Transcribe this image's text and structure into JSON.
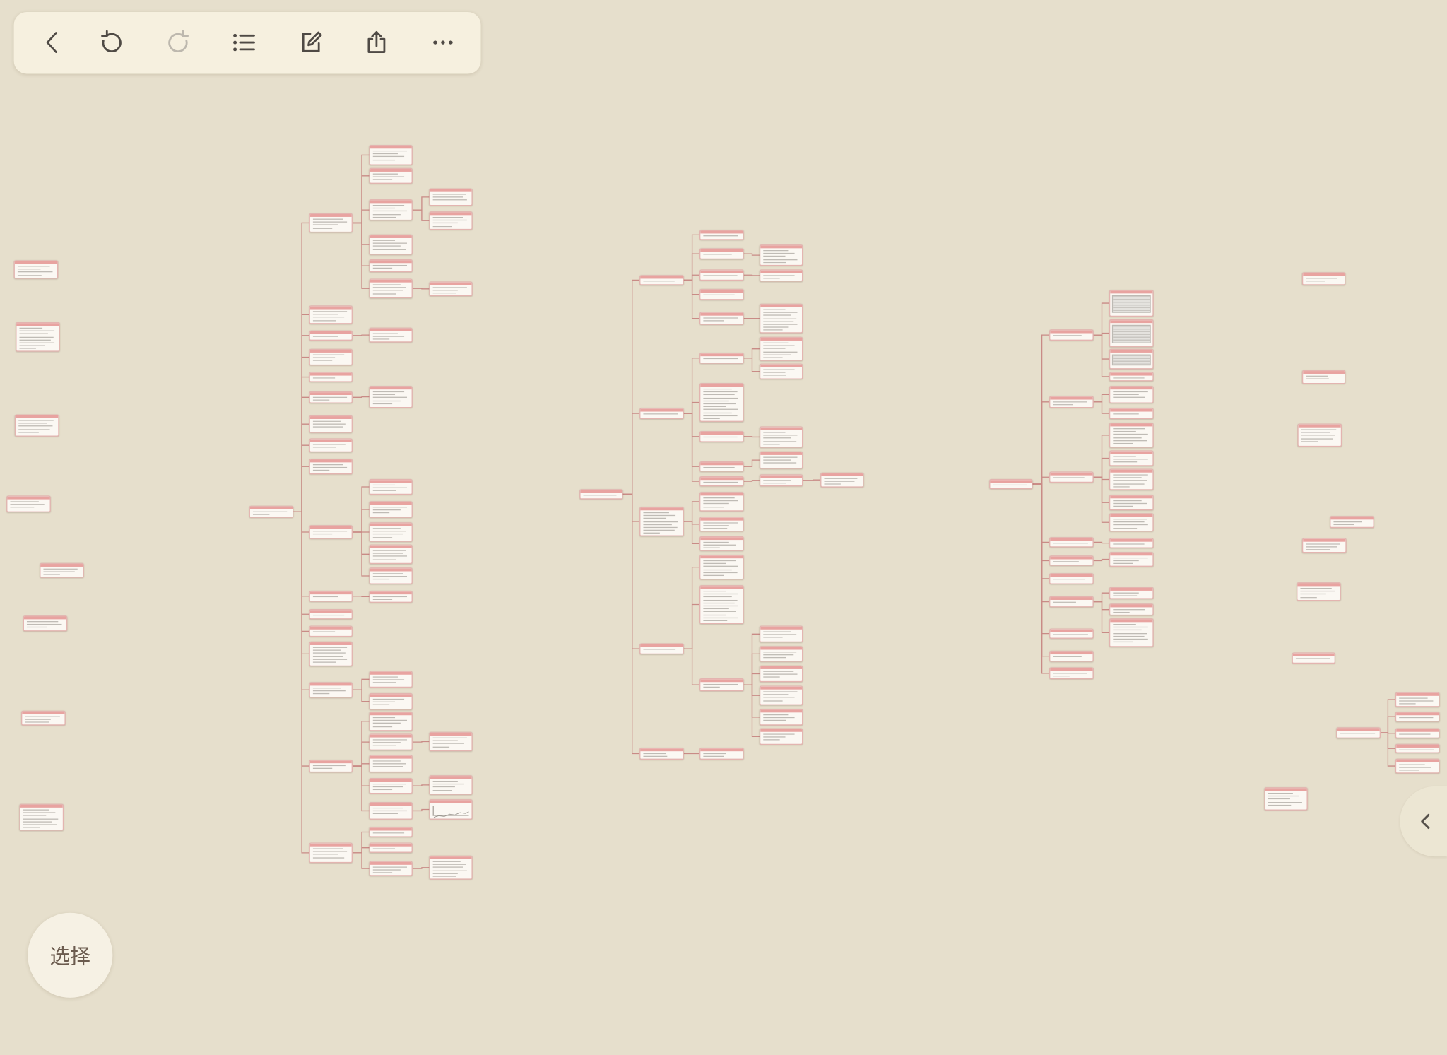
{
  "toolbar": {
    "items": [
      {
        "id": "back",
        "icon": "chevron-left-icon"
      },
      {
        "id": "undo",
        "icon": "undo-icon"
      },
      {
        "id": "redo",
        "icon": "redo-icon",
        "disabled": true
      },
      {
        "id": "outline",
        "icon": "list-icon"
      },
      {
        "id": "edit",
        "icon": "edit-icon"
      },
      {
        "id": "share",
        "icon": "share-icon"
      },
      {
        "id": "more",
        "icon": "more-icon"
      }
    ]
  },
  "select_button": {
    "label": "选择"
  },
  "side_panel_toggle": {
    "icon": "chevron-left-icon"
  },
  "colors": {
    "canvas_background": "#e6dfcc",
    "toolbar_background": "#f6f0df",
    "icon": "#4f4a45",
    "icon_disabled": "#bdb8ae",
    "node_accent": "#e8a3a0",
    "node_border": "#e3b4b0",
    "connector": "#c98b86"
  }
}
